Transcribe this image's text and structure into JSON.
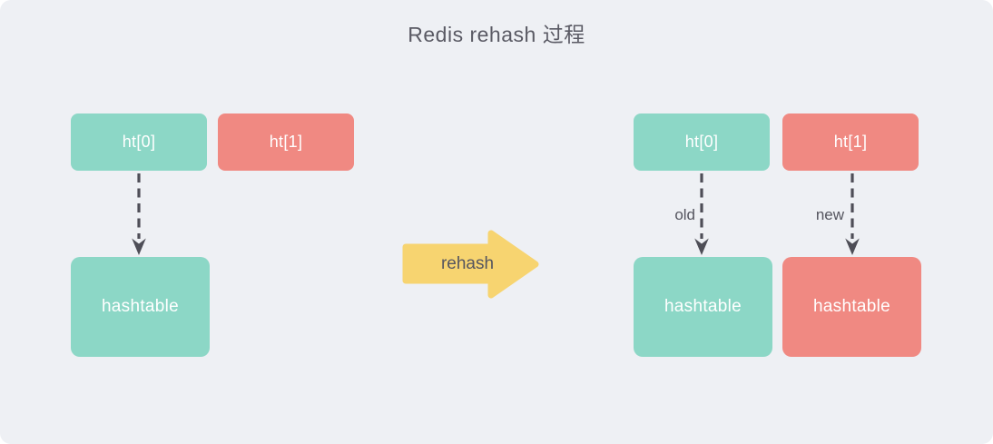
{
  "title": "Redis rehash 过程",
  "before": {
    "ht0_label": "ht[0]",
    "ht1_label": "ht[1]",
    "hashtable_label": "hashtable"
  },
  "transition": {
    "arrow_label": "rehash"
  },
  "after": {
    "ht0_label": "ht[0]",
    "ht1_label": "ht[1]",
    "old_label": "old",
    "new_label": "new",
    "hashtable_old_label": "hashtable",
    "hashtable_new_label": "hashtable"
  },
  "colors": {
    "background": "#eef0f4",
    "teal": "#8cd7c6",
    "red": "#f08982",
    "yellow": "#f7d470",
    "connector": "#4e4e57",
    "text_dark": "#55555f",
    "text_light": "#ffffff"
  }
}
